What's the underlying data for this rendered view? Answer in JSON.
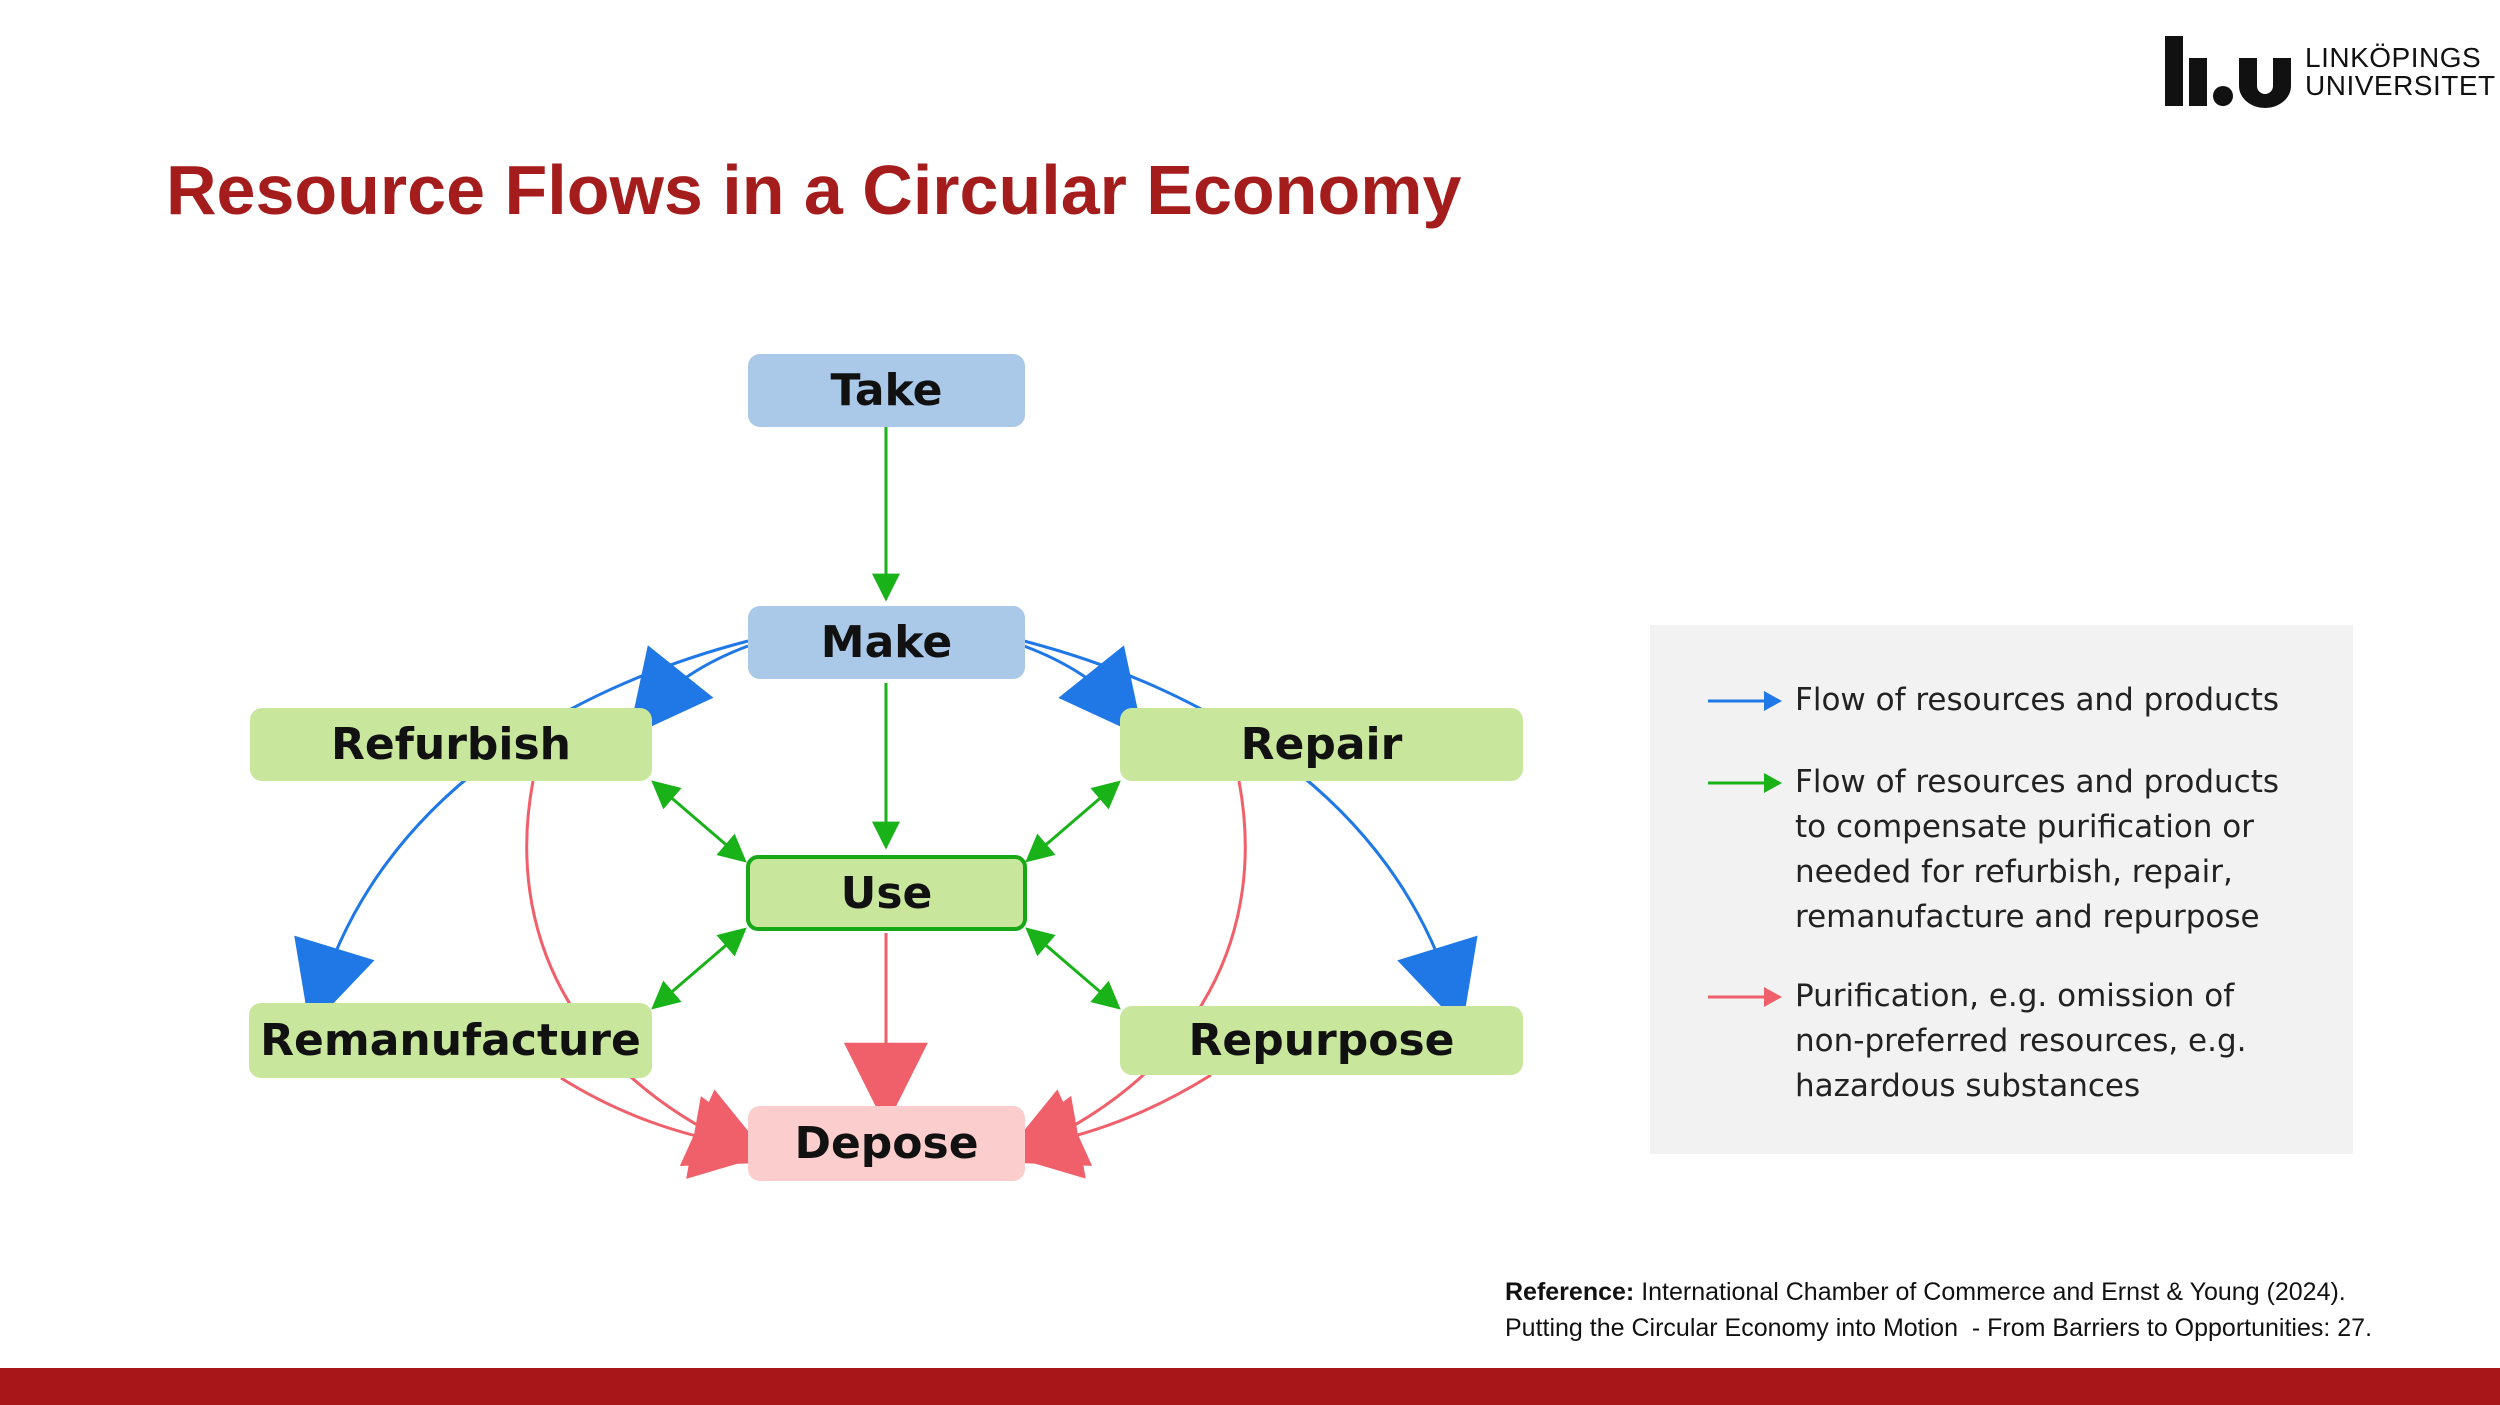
{
  "title": "Resource Flows in a Circular Economy",
  "logo": {
    "line1": "LINKÖPINGS",
    "line2": "UNIVERSITET"
  },
  "nodes": {
    "take": "Take",
    "make": "Make",
    "refurbish": "Refurbish",
    "repair": "Repair",
    "use": "Use",
    "remanufacture": "Remanufacture",
    "repurpose": "Repurpose",
    "depose": "Depose"
  },
  "legend": {
    "blue": {
      "color": "#1f78e6",
      "text": "Flow of resources and products"
    },
    "green": {
      "color": "#19b219",
      "text": "Flow of resources and products to compensate purification or needed for refurbish, repair, remanufacture and repurpose"
    },
    "red": {
      "color": "#f0606a",
      "text": "Purification, e.g. omission of non-preferred resources, e.g. hazardous substances"
    }
  },
  "reference": {
    "label": "Reference:",
    "line1": "International Chamber of Commerce and Ernst & Young (2024).",
    "line2": "Putting the Circular Economy into Motion  - From Barriers to Opportunities: 27."
  }
}
